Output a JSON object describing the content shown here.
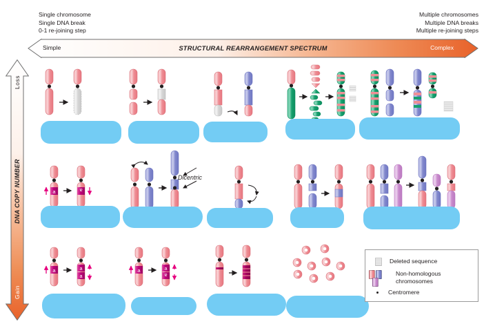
{
  "figure": {
    "top_note_left": "Single chromosome\nSingle DNA break\n0-1 re-joining step",
    "top_note_right": "Multiple chromosomes\nMultiple DNA breaks\nMultiple re-joining steps",
    "spectrum": {
      "title": "STRUCTURAL REARRANGEMENT SPECTRUM",
      "left_label": "Simple",
      "right_label": "Complex",
      "gradient_start": "#ffffff",
      "gradient_end": "#e8622a"
    },
    "vertical_axis": {
      "title": "DNA COPY NUMBER",
      "top_label": "Loss",
      "bottom_label": "Gain",
      "gradient_start": "#ffffff",
      "gradient_end": "#e8622a"
    },
    "inline_labels": {
      "dicentric": "Dicentric"
    },
    "legend": {
      "items": [
        {
          "label": "Deleted sequence",
          "swatch": "deleted-sequence-swatch"
        },
        {
          "label": "Non-homologous\nchromosomes",
          "swatch": "non-homologous-chromosome-swatch"
        },
        {
          "label": "Centromere",
          "swatch": "centromere-dot-swatch"
        }
      ]
    },
    "colors": {
      "chrom_pink": "#ef8e95",
      "chrom_blue": "#8389cd",
      "chrom_green": "#16a06e",
      "chrom_purple": "#c98ccd",
      "deleted_gray": "#d9d9d9",
      "marker_magenta": "#c2077c",
      "amplified_magenta": "#a3005c",
      "redaction_blue": "#73ccf4",
      "centromere": "#231f20"
    },
    "rows": [
      {
        "name": "loss-row",
        "panel_count": 5
      },
      {
        "name": "neutral-row",
        "panel_count": 5
      },
      {
        "name": "gain-row",
        "panel_count": 4
      }
    ]
  }
}
